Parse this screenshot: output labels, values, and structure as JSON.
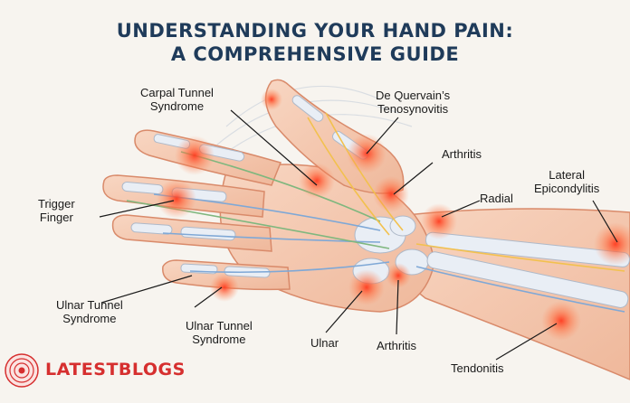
{
  "title": {
    "line1": "UNDERSTANDING YOUR HAND PAIN:",
    "line2": "A COMPREHENSIVE GUIDE"
  },
  "labels": {
    "carpal_tunnel": [
      "Carpal Tunnel",
      "Syndrome"
    ],
    "de_quervain": [
      "De Quervain’s",
      "Tenosynovitis"
    ],
    "arthritis_top": "Arthritis",
    "lateral_epicondylitis": [
      "Lateral",
      "Epicondylitis"
    ],
    "radial": "Radial",
    "trigger_finger": [
      "Trigger",
      "Finger"
    ],
    "ulnar_tunnel_left": [
      "Ulnar Tunnel",
      "Syndrome"
    ],
    "ulnar_tunnel_mid": [
      "Ulnar Tunnel",
      "Syndrome"
    ],
    "ulnar": "Ulnar",
    "arthritis_bottom": "Arthritis",
    "tendonitis": "Tendonitis"
  },
  "logo": {
    "text": "LATESTBLOGS",
    "icon": "radial-waves-icon"
  },
  "colors": {
    "title": "#1f3b5a",
    "skin": "#f5c9b0",
    "pain": "#ff4b2b",
    "bone": "#e9eef5",
    "tendon_blue": "#7fa8d6",
    "nerve_yellow": "#f2c14e",
    "nerve_green": "#7fb77e",
    "logo": "#d62f2f"
  }
}
